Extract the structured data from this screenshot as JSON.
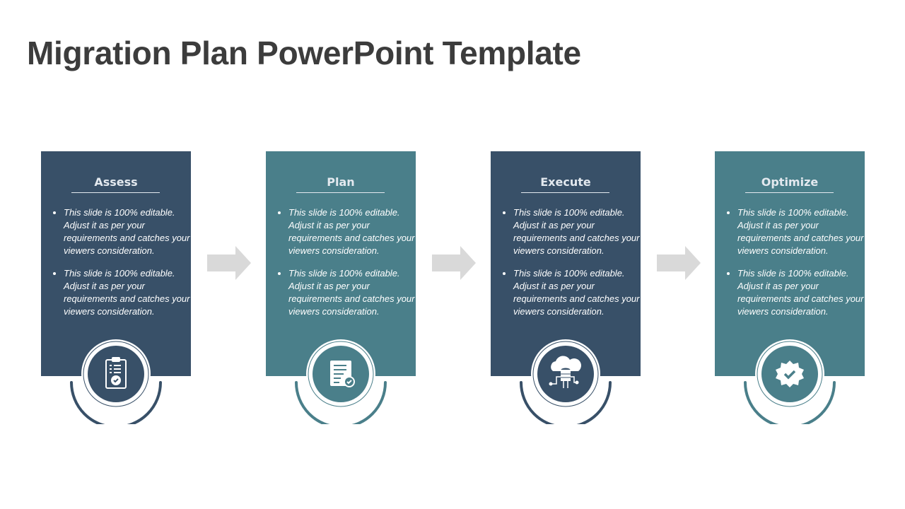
{
  "title": "Migration Plan PowerPoint Template",
  "colors": {
    "dark": "#385068",
    "teal": "#4a7f8a",
    "arrow": "#d9d9d9"
  },
  "steps": [
    {
      "label": "Assess",
      "icon": "clipboard-check-icon",
      "bullets": [
        "This slide is 100% editable. Adjust it as per your requirements and catches your viewers consideration.",
        "This slide is 100% editable. Adjust it as per your requirements and catches your viewers consideration."
      ]
    },
    {
      "label": "Plan",
      "icon": "document-check-icon",
      "bullets": [
        "This slide is 100% editable. Adjust it as per your requirements and catches your viewers consideration.",
        "This slide is 100% editable. Adjust it as per your requirements and catches your viewers consideration."
      ]
    },
    {
      "label": "Execute",
      "icon": "cloud-database-icon",
      "bullets": [
        "This slide is 100% editable. Adjust it as per your requirements and catches your viewers consideration.",
        "This slide is 100% editable. Adjust it as per your requirements and catches your viewers consideration."
      ]
    },
    {
      "label": "Optimize",
      "icon": "verified-badge-icon",
      "bullets": [
        "This slide is 100% editable. Adjust it as per your requirements and catches your viewers consideration.",
        "This slide is 100% editable. Adjust it as per your requirements and catches your viewers consideration."
      ]
    }
  ]
}
